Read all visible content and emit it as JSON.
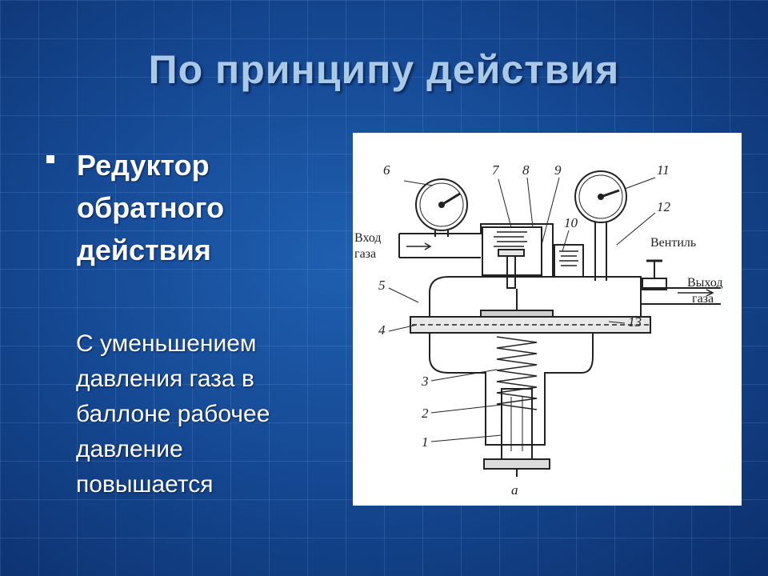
{
  "slide": {
    "title": "По принципу действия",
    "bullet": {
      "line1": "Редуктор",
      "line2": "обратного",
      "line3": "действия"
    },
    "body_lines": [
      "С уменьшением",
      "давления газа в",
      "баллоне рабочее",
      "давление",
      "повышается"
    ]
  },
  "diagram": {
    "part_numbers": [
      "1",
      "2",
      "3",
      "4",
      "5",
      "6",
      "7",
      "8",
      "9",
      "10",
      "11",
      "12",
      "13"
    ],
    "inlet_label": [
      "Вход",
      "газа"
    ],
    "valve_label": "Вентиль",
    "outlet_label": [
      "Выход",
      "газа"
    ],
    "caption": "а"
  }
}
